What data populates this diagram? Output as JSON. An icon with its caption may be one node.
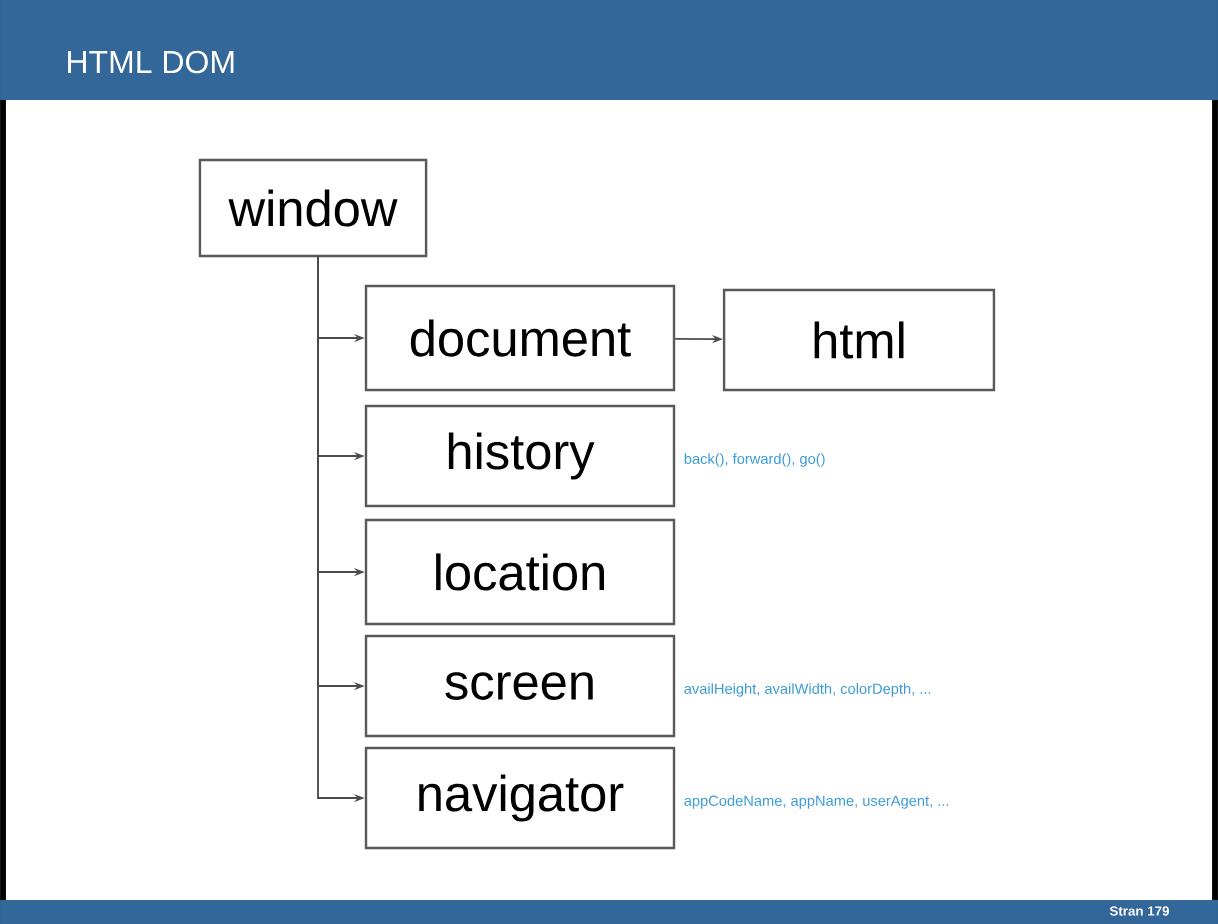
{
  "diagram": {
    "title": "HTML DOM",
    "nodes": [
      {
        "text": [
          "window"
        ]
      },
      {
        "text": [
          "document"
        ]
      },
      {
        "text": [
          "html"
        ]
      },
      {
        "text": [
          "history"
        ],
        "beside": [
          "back(), forward(), go()"
        ]
      },
      {
        "text": [
          "location"
        ]
      },
      {
        "text": [
          "screen"
        ],
        "beside": [
          "availHeight, availWidth, colorDepth, ..."
        ]
      },
      {
        "text": [
          "navigator"
        ],
        "beside": [
          "appCodeName, appName, userAgent, ..."
        ]
      }
    ],
    "edges": [
      {
        "from": 0,
        "to": 1,
        "arrow": "to"
      },
      {
        "from": 0,
        "to": 3,
        "arrow": "to"
      },
      {
        "from": 0,
        "to": 4,
        "arrow": "to"
      },
      {
        "from": 0,
        "to": 5,
        "arrow": "to"
      },
      {
        "from": 0,
        "to": 6,
        "arrow": "to"
      },
      {
        "from": 1,
        "to": 2,
        "arrow": "to"
      }
    ],
    "labels": [
      "Stran 179"
    ]
  }
}
